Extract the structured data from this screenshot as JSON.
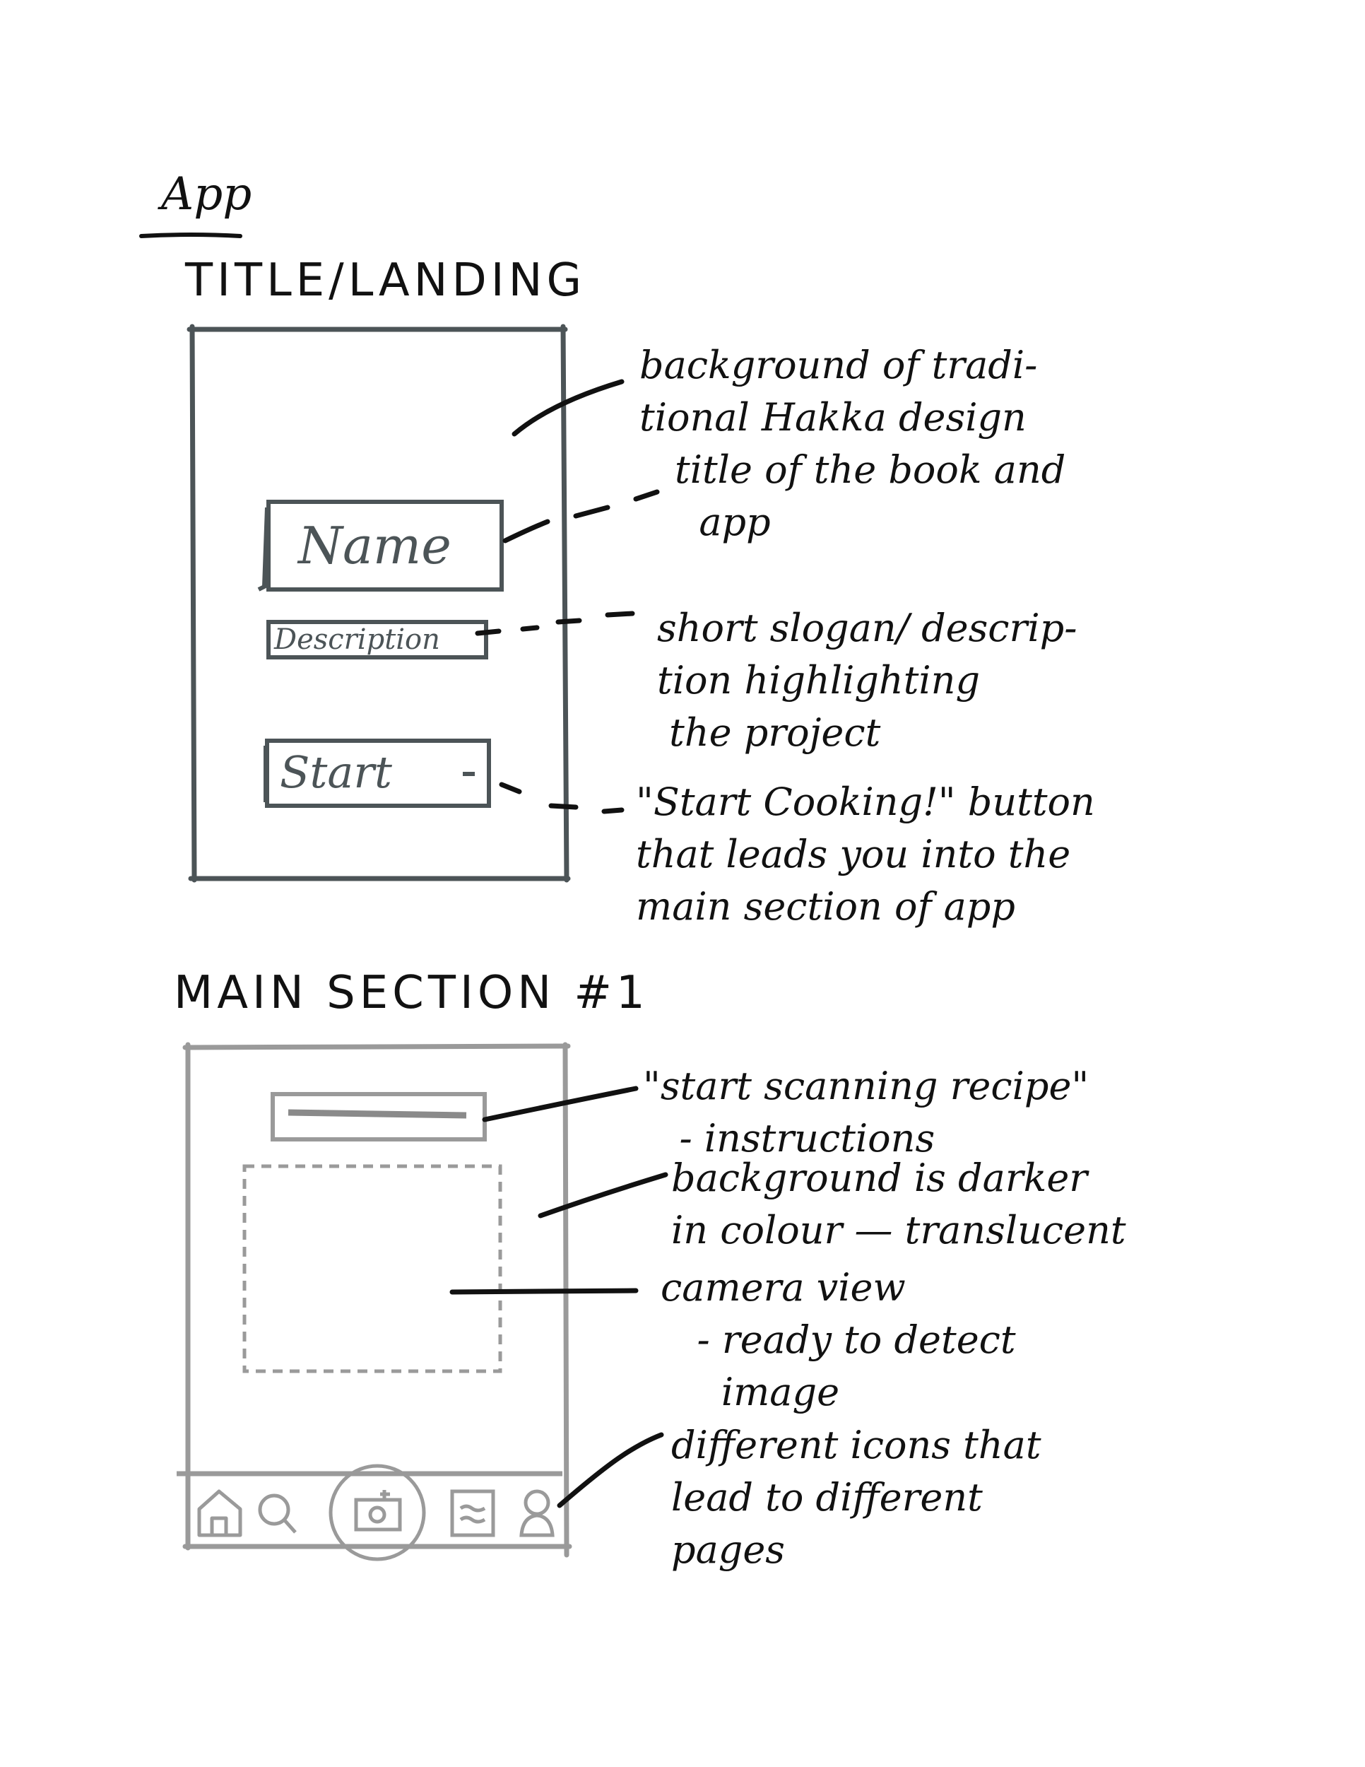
{
  "page_label": "App",
  "sections": [
    {
      "heading": "TITLE/LANDING",
      "wireframe": {
        "name_box": "Name",
        "description_box": "Description",
        "start_box": "Start"
      },
      "annotations": [
        "background of tradi-\ntional Hakka design",
        "title of the book and\n  app",
        "short slogan/ descrip-\ntion highlighting\n the project",
        "\"Start Cooking!\" button\nthat leads you into the\nmain section of app"
      ]
    },
    {
      "heading": "MAIN SECTION #1",
      "wireframe": {
        "nav_icons": [
          "home-icon",
          "search-icon",
          "camera-icon",
          "notes-icon",
          "profile-icon"
        ]
      },
      "annotations": [
        "\"start scanning recipe\"\n   - instructions",
        "background is darker\nin colour — translucent",
        "camera view\n   - ready to detect\n     image",
        "different icons that\nlead to different\npages"
      ]
    }
  ],
  "colors": {
    "ink": "#111111",
    "sketch_dark": "#4c5457",
    "sketch_light": "#9a9a9a"
  }
}
